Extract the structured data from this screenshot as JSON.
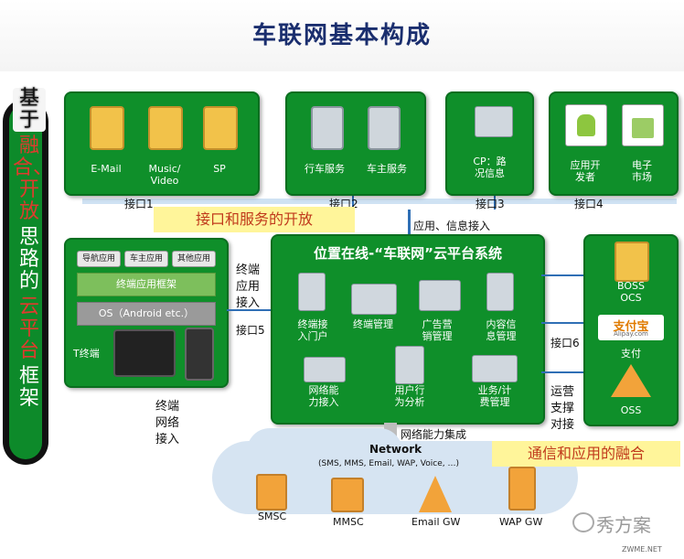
{
  "title": "车联网基本构成",
  "left_banner": {
    "part1": "基于",
    "part2": "融合、开放",
    "part3": "思路的",
    "part4": "云平台",
    "part5": "框架"
  },
  "top_boxes": {
    "box1": [
      "E-Mail",
      "Music/\nVideo",
      "SP"
    ],
    "box2": [
      "行车服务",
      "车主服务"
    ],
    "box3": [
      "CP：路\n况信息"
    ],
    "box4": [
      "应用开\n发者",
      "电子\n市场"
    ]
  },
  "interfaces": {
    "i1": "接口1",
    "i2": "接口2",
    "i3": "接口3",
    "i4": "接口4",
    "i5": "接口5",
    "i6": "接口6"
  },
  "highlight_open": "接口和服务的开放",
  "highlight_fusion": "通信和应用的融合",
  "app_info_access": "应用、信息接入",
  "terminal_box": {
    "tabs": [
      "导航应用",
      "车主应用",
      "其他应用"
    ],
    "framework": "终端应用框架",
    "os": "OS（Android etc.）",
    "t_terminal": "T终端"
  },
  "terminal_app_access": "终端\n应用\n接入",
  "terminal_net_access": "终端\n网络\n接入",
  "cloud": {
    "title": "位置在线-“车联网”云平台系统",
    "modules": [
      "终端接\n入门户",
      "终端管理",
      "广告营\n销管理",
      "内容信\n息管理",
      "网络能\n力接入",
      "用户行\n为分析",
      "业务/计\n费管理"
    ]
  },
  "right_box": {
    "boss": "BOSS\nOCS",
    "alipay": "支付宝",
    "alipay_sub": "Alipay.com",
    "pay": "支付",
    "oss": "OSS"
  },
  "ops_support": "运营\n支撑\n对接",
  "network_integration": "网络能力集成",
  "network": {
    "title": "Network",
    "subtitle": "(SMS, MMS, Email, WAP, Voice, …)",
    "nodes": [
      "SMSC",
      "MMSC",
      "Email GW",
      "WAP GW"
    ]
  },
  "watermark": "秀方案",
  "watermark_site": "ZWME.NET"
}
